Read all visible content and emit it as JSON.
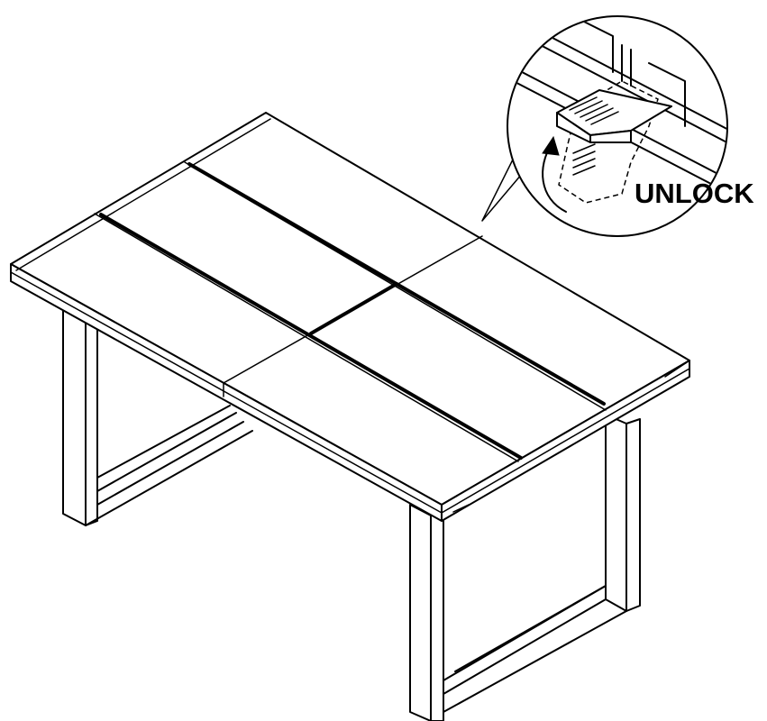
{
  "diagram": {
    "callout_label": "UNLOCK",
    "colors": {
      "line": "#000000",
      "background": "#ffffff"
    },
    "icons": [
      "table-illustration",
      "lock-latch-detail",
      "rotate-arrow-icon"
    ]
  }
}
